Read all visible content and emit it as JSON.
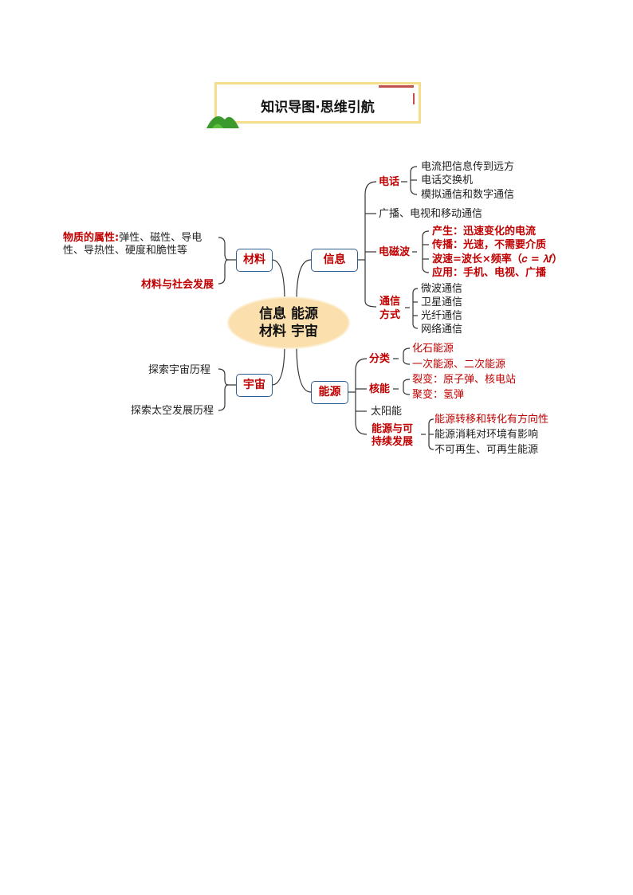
{
  "title": "知识导图·思维引航",
  "center": {
    "line1": "信息 能源",
    "line2": "材料 宇宙"
  },
  "left": {
    "material": {
      "label": "材料",
      "property_label": "物质的属性:",
      "property_text1": "弹性、磁性、导电",
      "property_text2": "性、导热性、硬度和脆性等",
      "society": "材料与社会发展"
    },
    "universe": {
      "label": "宇宙",
      "item1": "探索宇宙历程",
      "item2": "探索太空发展历程"
    }
  },
  "info": {
    "label": "信息",
    "phone": {
      "label": "电话",
      "items": [
        "电流把信息传到远方",
        "电话交换机",
        "模拟通信和数字通信"
      ]
    },
    "broadcast": "广播、电视和移动通信",
    "em_wave": {
      "label": "电磁波",
      "items": [
        "产生：迅速变化的电流",
        "传播：光速，不需要介质",
        "波速=波长×频率（𝑐 = 𝜆𝑓）",
        "应用：手机、电视、广播"
      ]
    },
    "comm": {
      "label1": "通信",
      "label2": "方式",
      "items": [
        "微波通信",
        "卫星通信",
        "光纤通信",
        "网络通信"
      ]
    }
  },
  "energy": {
    "label": "能源",
    "category": {
      "label": "分类",
      "items": [
        "化石能源",
        "一次能源、二次能源"
      ]
    },
    "nuclear": {
      "label": "核能",
      "items": [
        "裂变：原子弹、核电站",
        "聚变：氢弹"
      ]
    },
    "solar": "太阳能",
    "sustain": {
      "label1": "能源与可",
      "label2": "持续发展",
      "items": [
        "能源转移和转化有方向性",
        "能源消耗对环境有影响",
        "不可再生、可再生能源"
      ]
    }
  }
}
